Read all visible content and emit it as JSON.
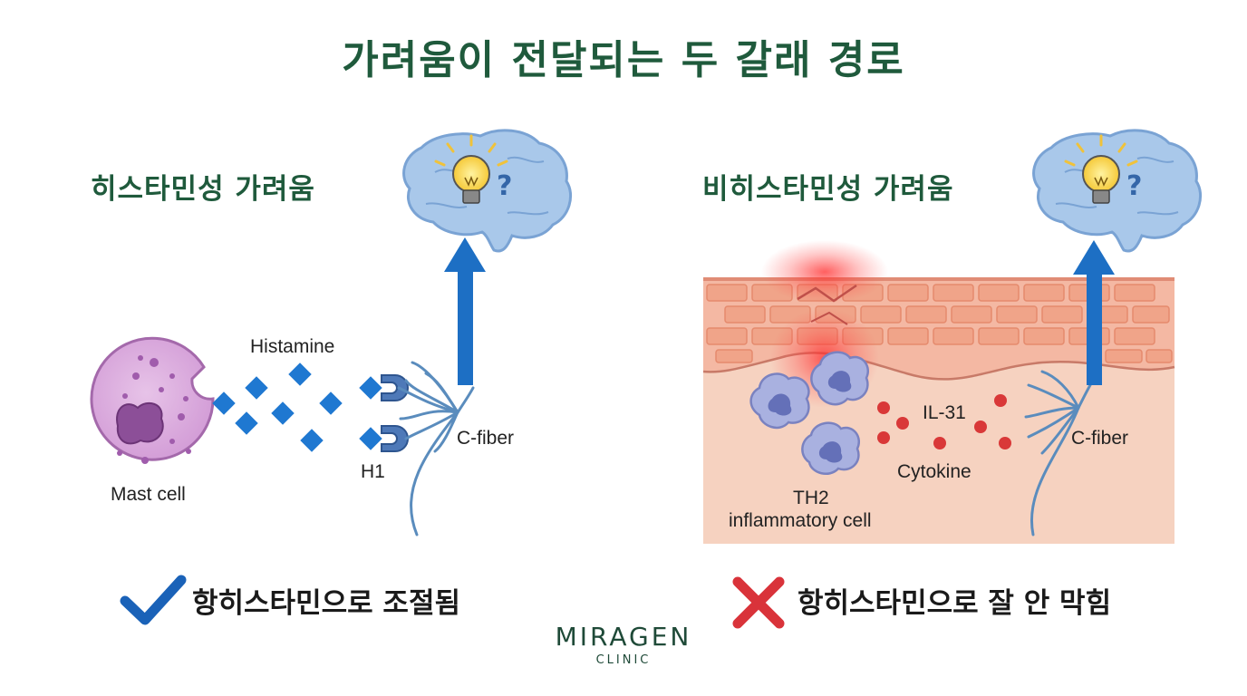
{
  "title": "가려움이 전달되는 두 갈래 경로",
  "left": {
    "heading": "히스타민성 가려움",
    "labels": {
      "histamine": "Histamine",
      "mast_cell": "Mast cell",
      "h1": "H1",
      "c_fiber": "C-fiber"
    },
    "result": "항히스타민으로 조절됨"
  },
  "right": {
    "heading": "비히스타민성 가려움",
    "labels": {
      "il31": "IL-31",
      "cytokine": "Cytokine",
      "th2_line1": "TH2",
      "th2_line2": "inflammatory cell",
      "c_fiber": "C-fiber"
    },
    "result": "항히스타민으로 잘 안 막힘"
  },
  "icons": {
    "question_mark": "?",
    "check": "check-icon",
    "cross": "cross-icon",
    "brain": "brain-icon",
    "bulb": "lightbulb-icon"
  },
  "logo": {
    "name": "MIRAGEN",
    "sub": "CLINIC"
  },
  "colors": {
    "title": "#1f5a3c",
    "arrow": "#1d6fc4",
    "check": "#1a62b8",
    "cross": "#d9333a",
    "skin": "#f6d2c0",
    "brick": "#f0a489",
    "histamine": "#1f78d1"
  }
}
